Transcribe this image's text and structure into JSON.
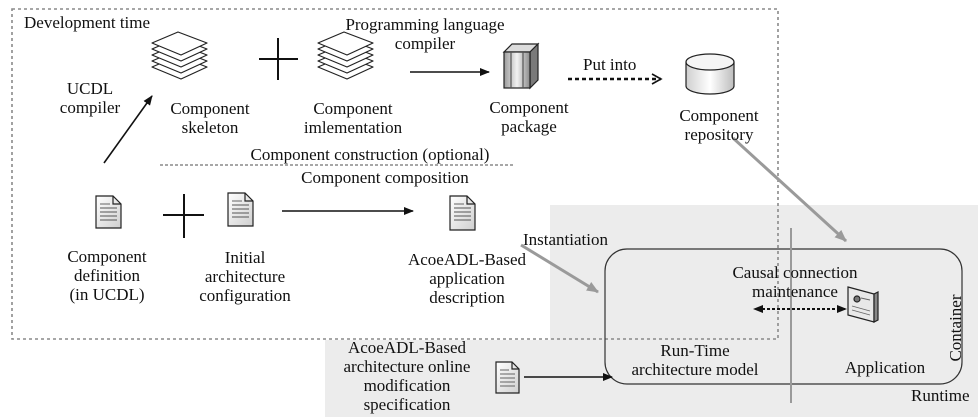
{
  "regions": {
    "development_time": "Development time",
    "runtime": "Runtime",
    "container": "Container"
  },
  "labels": {
    "ucdl_compiler": [
      "UCDL",
      "compiler"
    ],
    "programming_language_compiler": [
      "Programming language",
      "compiler"
    ],
    "put_into": "Put into",
    "component_construction": "Component construction (optional)",
    "component_composition": "Component composition",
    "instantiation": "Instantiation",
    "causal_connection": [
      "Causal connection",
      "maintenance"
    ]
  },
  "nodes": {
    "component_skeleton": [
      "Component",
      "skeleton"
    ],
    "component_implementation": [
      "Component",
      "imlementation"
    ],
    "component_package": [
      "Component",
      "package"
    ],
    "component_repository": [
      "Component",
      "repository"
    ],
    "component_definition": [
      "Component",
      "definition",
      "(in UCDL)"
    ],
    "initial_architecture": [
      "Initial",
      "architecture",
      "configuration"
    ],
    "acoeadl_application": [
      "AcoeADL-Based",
      "application",
      "description"
    ],
    "online_modification": [
      "AcoeADL-Based",
      "architecture online",
      "modification",
      "specification"
    ],
    "runtime_model": [
      "Run-Time",
      "architecture model"
    ],
    "application": "Application"
  },
  "colors": {
    "runtime_bg": "#ececec",
    "dashed_border": "#8a8a8a",
    "grey_arrow": "#9a9a9a",
    "stroke": "#111111"
  }
}
